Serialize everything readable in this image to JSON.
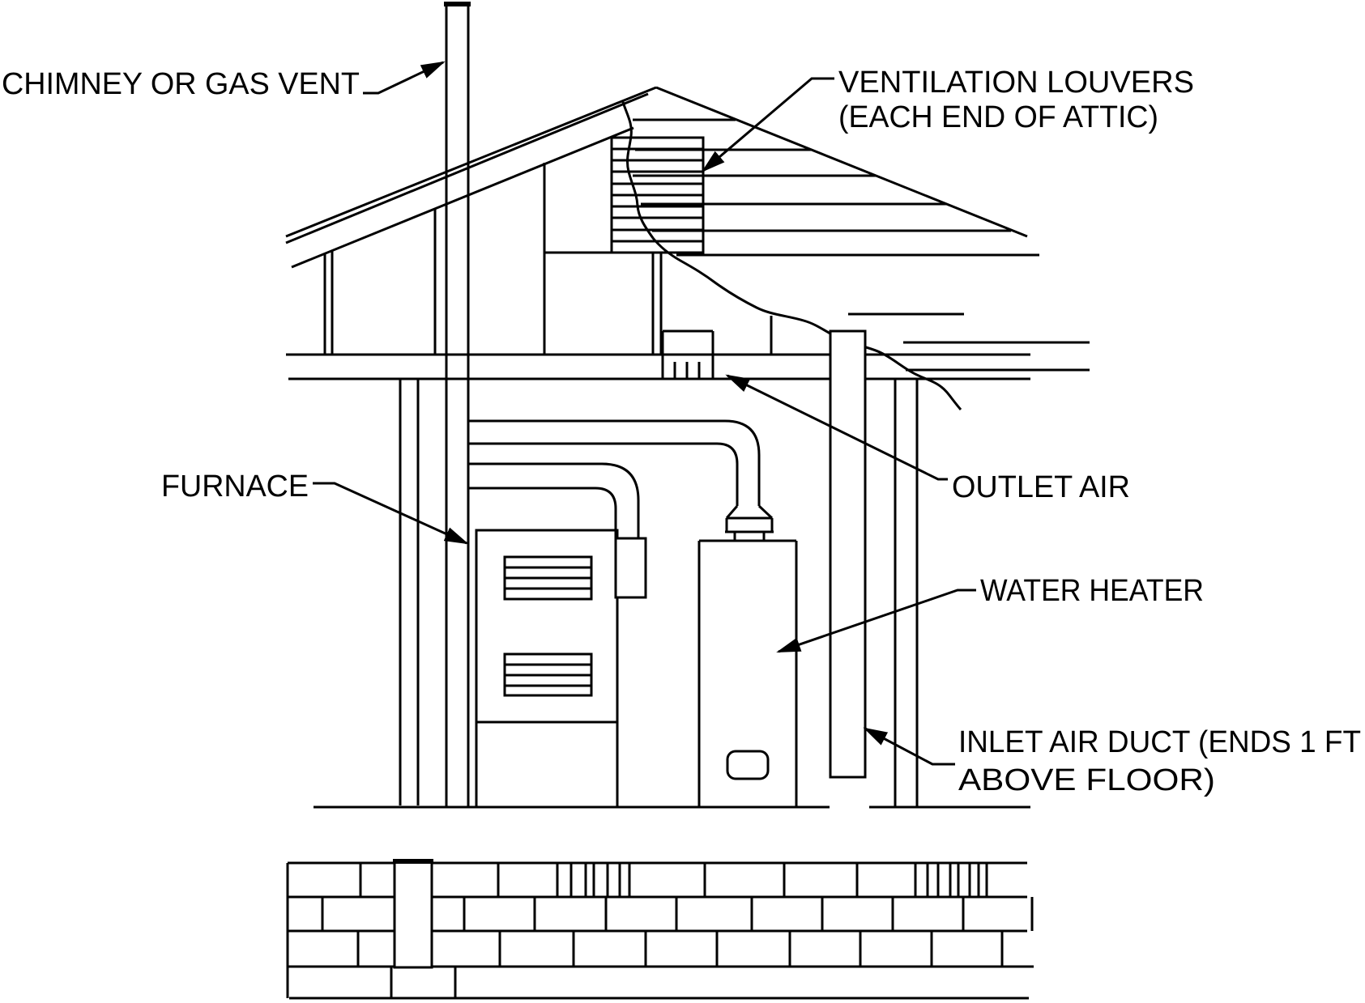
{
  "diagram": {
    "type": "technical-line-drawing",
    "subject": "house cross-section showing combustion air and venting for furnace and water heater",
    "colors": {
      "line": "#000000",
      "background": "#ffffff"
    }
  },
  "labels": {
    "chimney": "CHIMNEY OR GAS VENT",
    "ventilation_louvers_line1": "VENTILATION LOUVERS",
    "ventilation_louvers_line2": "(EACH END OF ATTIC)",
    "furnace": "FURNACE",
    "outlet_air": "OUTLET AIR",
    "water_heater": "WATER HEATER",
    "inlet_air_duct_line1": "INLET AIR DUCT (ENDS 1 FT",
    "inlet_air_duct_line2": "ABOVE FLOOR)"
  }
}
